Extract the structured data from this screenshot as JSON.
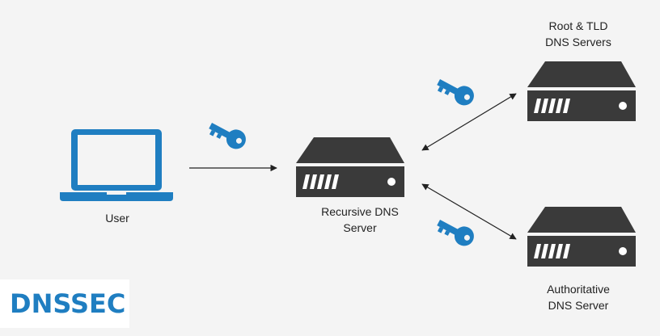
{
  "nodes": {
    "user": {
      "label": "User"
    },
    "recursive": {
      "label_line1": "Recursive DNS",
      "label_line2": "Server"
    },
    "root_tld": {
      "label_line1": "Root & TLD",
      "label_line2": "DNS Servers"
    },
    "authoritative": {
      "label_line1": "Authoritative",
      "label_line2": "DNS Server"
    }
  },
  "badge": {
    "text": "DNSSEC"
  },
  "colors": {
    "accent": "#1f7ec1",
    "server": "#3a3a3a",
    "background": "#f4f4f4",
    "line": "#222222"
  },
  "icons": [
    "laptop-icon",
    "key-icon",
    "server-icon"
  ]
}
